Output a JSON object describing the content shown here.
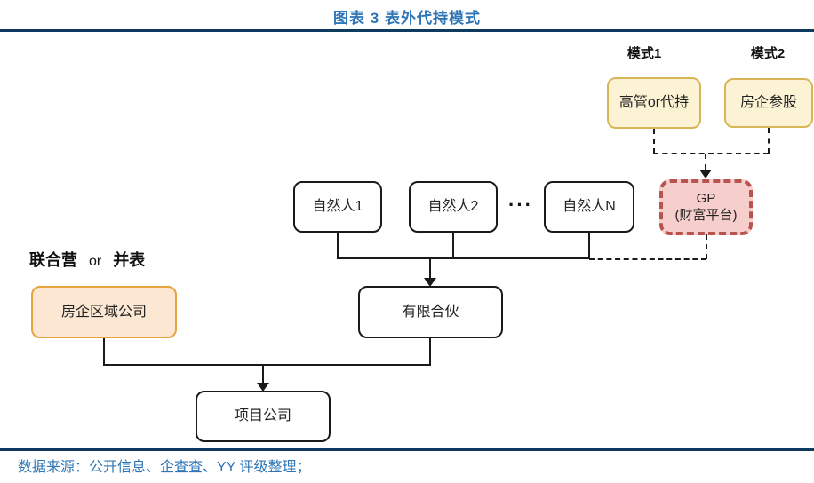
{
  "title": "图表 3 表外代持模式",
  "colors": {
    "title_blue": "#2E75B6",
    "rule_navy": "#0F3A5F",
    "source_blue": "#2E75B6",
    "yellow_fill": "#FCF3D4",
    "yellow_border": "#D6B656",
    "orange_fill": "#FBE7D2",
    "orange_border": "#E8A33D",
    "red_fill": "#F6CECC",
    "red_border": "#B85450",
    "line_black": "#1A1A1A"
  },
  "modes": {
    "mode1": "模式1",
    "mode2": "模式2"
  },
  "nodes": {
    "executive_proxy": "高管or代持",
    "developer_stake": "房企参股",
    "gp_line1": "GP",
    "gp_line2": "(财富平台)",
    "natural_person_1": "自然人1",
    "natural_person_2": "自然人2",
    "ellipsis": "···",
    "natural_person_n": "自然人N",
    "limited_partnership": "有限合伙",
    "developer_regional_company": "房企区域公司",
    "project_company": "项目公司"
  },
  "annotation": {
    "part1": "联合营",
    "part2": "or",
    "part3": "并表"
  },
  "footer": {
    "source": "数据来源：公开信息、企查查、YY 评级整理；"
  }
}
